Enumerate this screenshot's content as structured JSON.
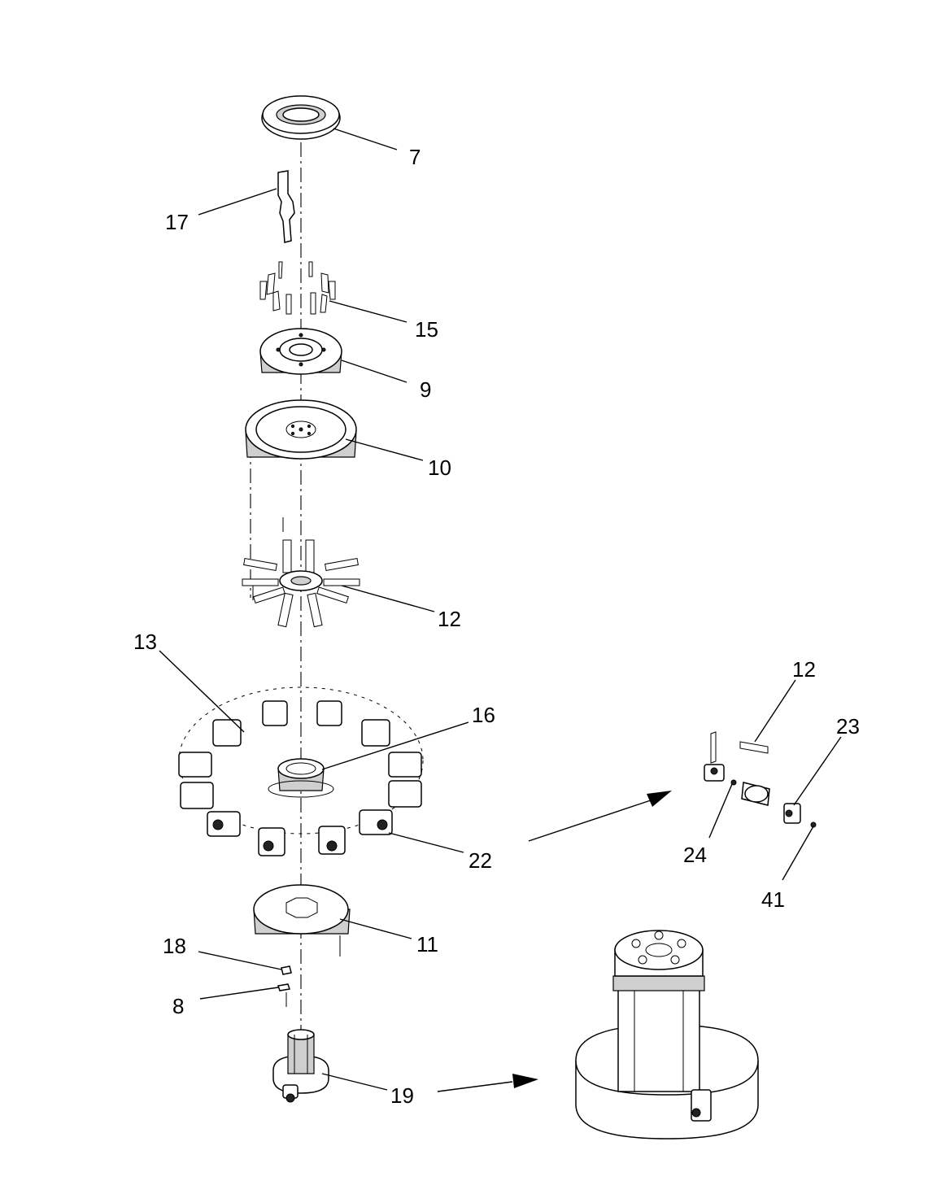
{
  "callouts": {
    "c7": "7",
    "c17": "17",
    "c15": "15",
    "c9": "9",
    "c10": "10",
    "c12": "12",
    "c13": "13",
    "c16": "16",
    "c22": "22",
    "c11": "11",
    "c18": "18",
    "c8": "8",
    "c19": "19",
    "c12b": "12",
    "c23": "23",
    "c24": "24",
    "c41": "41"
  }
}
